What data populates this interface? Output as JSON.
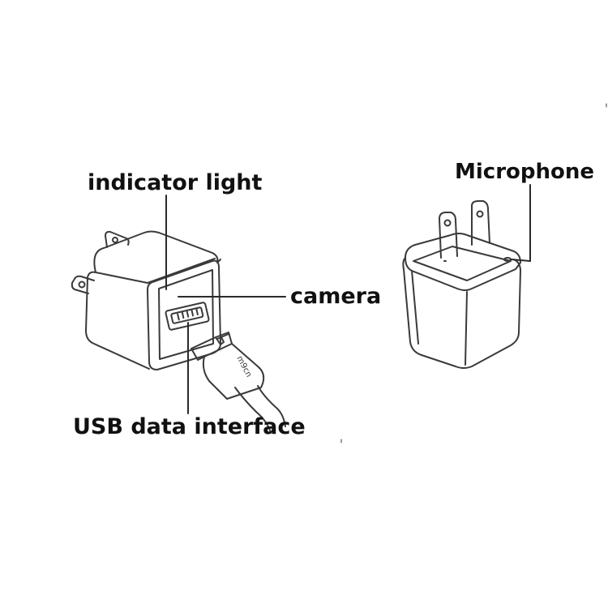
{
  "labels": {
    "indicator_light": "indicator light",
    "camera": "camera",
    "usb_data_interface": "USB data interface",
    "microphone": "Microphone"
  },
  "cable_print": "m9cn",
  "colors": {
    "line": "#3a3a3a",
    "text": "#111111",
    "background": "#ffffff"
  }
}
